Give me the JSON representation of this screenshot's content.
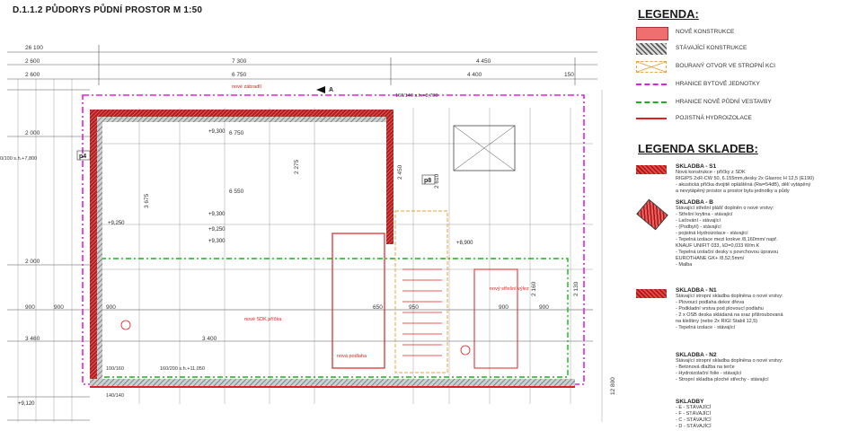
{
  "title": "D.1.1.2 PŮDORYS PŮDNÍ PROSTOR     M 1:50",
  "dimensions": {
    "overall": "26 100",
    "row2": [
      "2 600",
      "7 300",
      "4 450"
    ],
    "row3": [
      "2 600",
      "6 750",
      "4 400",
      "150"
    ],
    "left": [
      "2 000",
      "2 000",
      "3 460",
      "900",
      "900"
    ],
    "inner": [
      "6 750",
      "6 550",
      "2 275",
      "3 675",
      "2 450"
    ],
    "bottom": [
      "900",
      "3 400",
      "650",
      "950",
      "900",
      "900"
    ],
    "vertical": [
      "12 800",
      "2 610",
      "2 160",
      "2 130"
    ]
  },
  "levels": [
    "+9,300",
    "+9,250",
    "+9,300",
    "+9,250",
    "+9,300",
    "+9,120",
    "+8,900"
  ],
  "notes": [
    "nové zábradlí",
    "nové SDK příčka",
    "nová podlaha",
    "nový střešní výlez",
    "160/140 s.h.+8,700",
    "160/200 s.h.+11,050",
    "0/100 s.h.+7,800",
    "100/160",
    "140/140"
  ],
  "labels": [
    "p4",
    "p8",
    "A"
  ],
  "legend": {
    "heading": "LEGENDA:",
    "items": [
      {
        "label": "NOVÉ KONSTRUKCE",
        "swatch": "new",
        "color": "#ef6f6f"
      },
      {
        "label": "STÁVAJÍCÍ KONSTRUKCE",
        "swatch": "hatch",
        "color": "#888888"
      },
      {
        "label": "BOURANÝ OTVOR VE STROPNÍ KCI",
        "swatch": "dashed-orange",
        "color": "#e8a23a"
      },
      {
        "label": "HRANICE BYTOVÉ JEDNOTKY",
        "swatch": "magenta-line",
        "color": "#e020e0"
      },
      {
        "label": "HRANICE NOVÉ PŮDNÍ VESTAVBY",
        "swatch": "green-line",
        "color": "#19b319"
      },
      {
        "label": "POJISTNÁ HYDROIZOLACE",
        "swatch": "red-line",
        "color": "#e02020"
      }
    ],
    "skladby_heading": "LEGENDA SKLADEB:",
    "skladby": [
      {
        "title": "SKLADBA - S1",
        "lines": [
          "Nová konstrukce - příčky z SDK",
          "RIGIPS 2xR-CW 50, 6.155mm,desky 2x Glasroc H 12,5 (E190)",
          "- akustická příčka dvojitě opláštěná (Rw=54dB), dělí vytápěný",
          "a nevytápěný prostor a prostor bytu jednotky a půdy"
        ]
      },
      {
        "title": "SKLADBA - B",
        "lines": [
          "Stávající střešní plášť doplněn o nové vrstvy:",
          "",
          "- Střešní krytina - stávající",
          "- Laťování - stávající",
          "- (Podbytí) - stávající",
          "- pojistná Hydroizolace - stávající",
          "- Tepelná izolace mezi krokve /8,160mm/ např.",
          "  KNAUF UNIFIT 033, λD=0,033 W/m.K",
          "- Tepelná izolační desky s povrchovou úpravou",
          "  EUROTHANE GK+ /8,52,5mm/",
          "- Malba"
        ]
      },
      {
        "title": "SKLADBA - N1",
        "lines": [
          "Stávající stropní skladba doplněna o nové vrstvy:",
          "",
          "- Plovoucí podlaha dekor dřeva",
          "- Podkladní vrstva pod plovoucí podlahu",
          "- 2 x OSB deska skládaná na sraz přišroubovaná",
          "  na kleštiny (nebo 2x RIGI Stabil 12,5)",
          "- Tepelná izolace - stávající"
        ]
      },
      {
        "title": "SKLADBA - N2",
        "lines": [
          "Stávající stropní skladba doplněna o nové vrstvy:",
          "",
          "- Betonová dlažba na terče",
          "- Hydroizolační folie - stávající",
          "- Stropní skladba ploché střechy - stávající"
        ]
      },
      {
        "title": "SKLADBY",
        "lines": [
          "- E - STÁVAJÍCÍ",
          "- F - STÁVAJÍCÍ",
          "- C - STÁVAJÍCÍ",
          "- D - STÁVAJÍCÍ"
        ]
      }
    ]
  }
}
